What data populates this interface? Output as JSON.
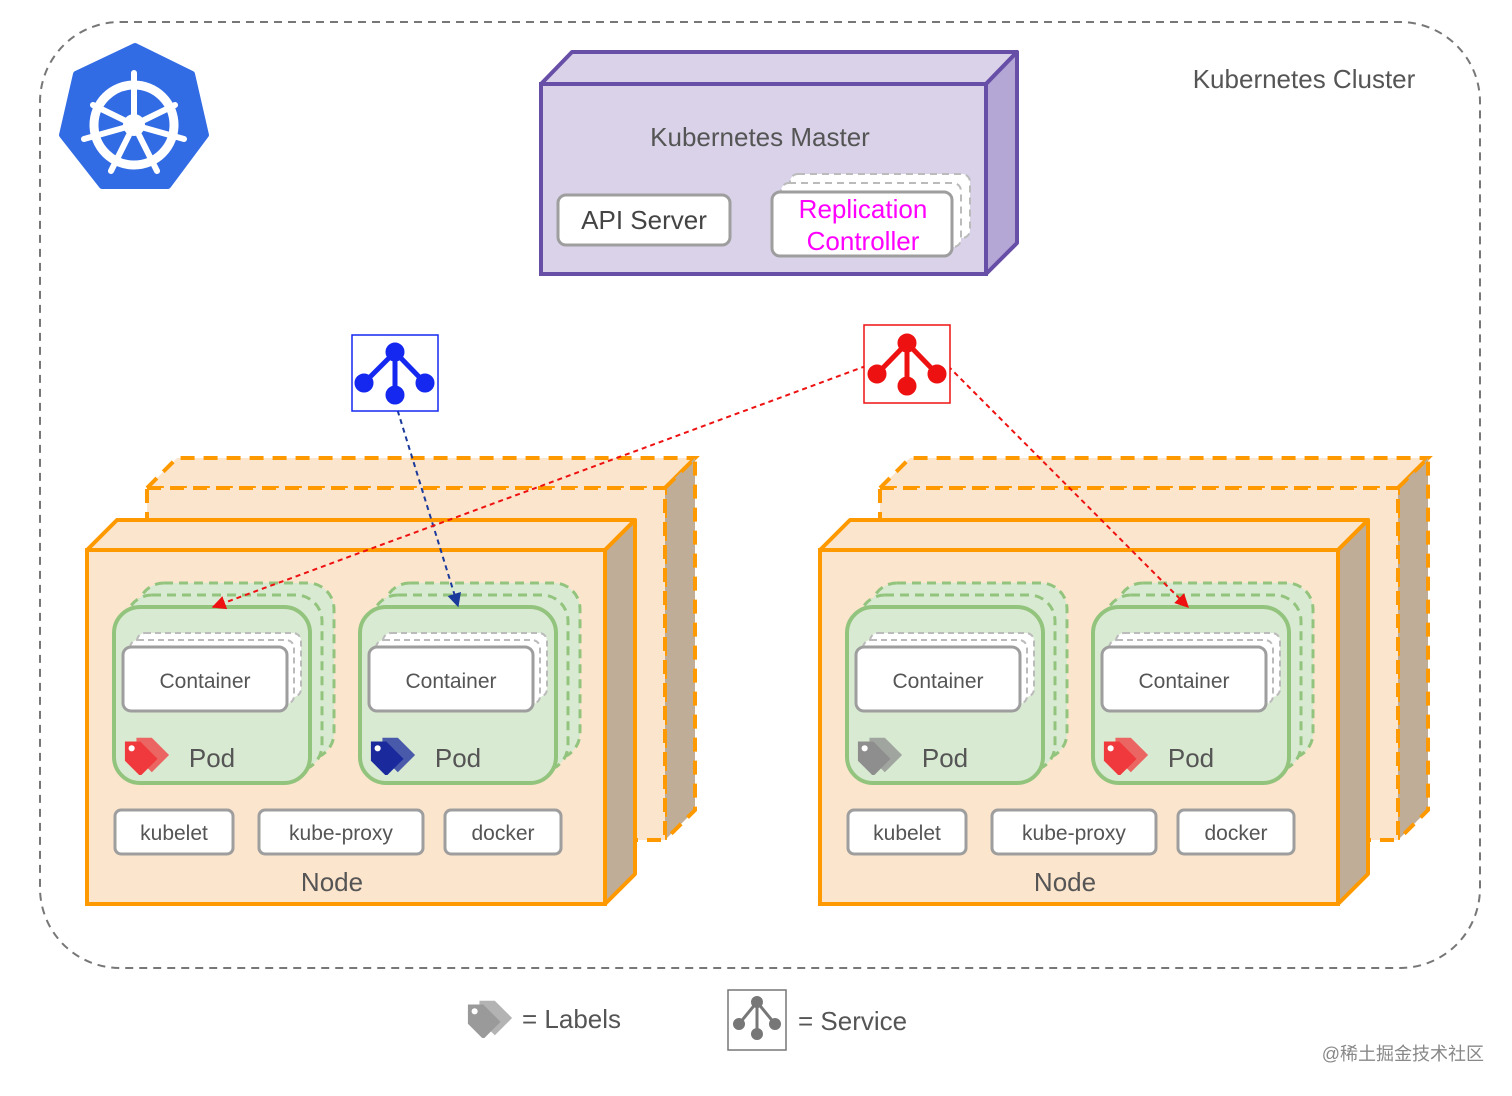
{
  "cluster": {
    "title": "Kubernetes Cluster"
  },
  "logo": {
    "icon": "kubernetes-helm-wheel-icon",
    "color": "#326CE5"
  },
  "master": {
    "title": "Kubernetes Master",
    "api_server": "API Server",
    "replication_controller": [
      "Replication",
      "Controller"
    ],
    "rc_color": "#FF00FF"
  },
  "services": [
    {
      "icon": "service-icon",
      "color": "#1428F0"
    },
    {
      "icon": "service-icon",
      "color": "#EE1111"
    }
  ],
  "nodes": [
    {
      "label": "Node",
      "components": [
        "kubelet",
        "kube-proxy",
        "docker"
      ],
      "pods": [
        {
          "container": "Container",
          "label": "Pod",
          "tag_icon": "label-tag-icon",
          "tag_color": "#F0393C"
        },
        {
          "container": "Container",
          "label": "Pod",
          "tag_icon": "label-tag-icon",
          "tag_color": "#1A2A9C"
        }
      ]
    },
    {
      "label": "Node",
      "components": [
        "kubelet",
        "kube-proxy",
        "docker"
      ],
      "pods": [
        {
          "container": "Container",
          "label": "Pod",
          "tag_icon": "label-tag-icon",
          "tag_color": "#8E8E8E"
        },
        {
          "container": "Container",
          "label": "Pod",
          "tag_icon": "label-tag-icon",
          "tag_color": "#F0393C"
        }
      ]
    }
  ],
  "legend": {
    "labels_text": "= Labels",
    "labels_icon": "label-tag-icon",
    "service_text": "= Service",
    "service_icon": "service-icon"
  },
  "watermark": "@稀土掘金技术社区",
  "colors": {
    "node_fill": "#FCE5CD",
    "node_border": "#FF9900",
    "node_side": "#BFAD98",
    "pod_fill": "#D9EAD3",
    "pod_border": "#93C47D",
    "master_fill": "#D9D2E9",
    "master_border": "#674EA7"
  }
}
